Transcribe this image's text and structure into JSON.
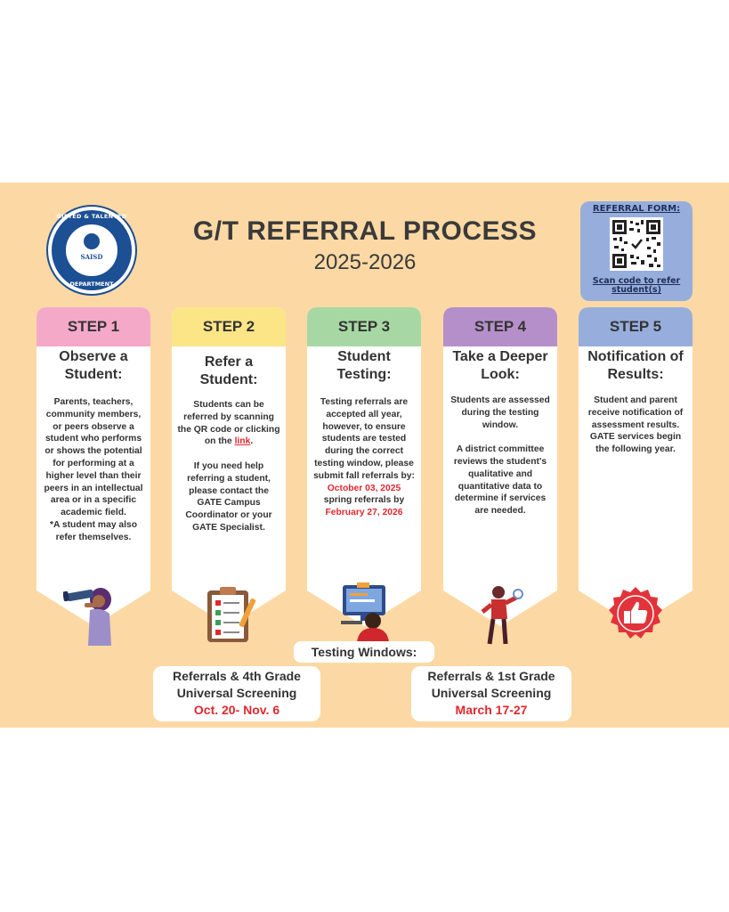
{
  "header": {
    "title": "G/T REFERRAL PROCESS",
    "subtitle": "2025-2026"
  },
  "logo": {
    "top_text": "GIFTED & TALENTED",
    "mid_text": "SAISD",
    "bottom_text": "DEPARTMENT"
  },
  "referral_form": {
    "title": "REFERRAL FORM:",
    "caption": "Scan code to refer student(s)"
  },
  "colors": {
    "background": "#fcd9a4",
    "step1": "#f5a9c9",
    "step2": "#fbe587",
    "step3": "#a7d8a4",
    "step4": "#b58fc9",
    "step5": "#97aedc",
    "accent_red": "#e0282d"
  },
  "steps": [
    {
      "label": "STEP 1",
      "title": "Observe a Student:",
      "body": "Parents, teachers, community members, or peers observe a student who performs or shows the potential for performing at a higher level than their peers in an intellectual area or in a specific academic field.",
      "note": "*A student may also refer themselves.",
      "icon": "telescope-person-icon"
    },
    {
      "label": "STEP 2",
      "title": "Refer a Student:",
      "body_before_link": "Students can be referred by scanning the QR code or clicking on the ",
      "link_text": "link",
      "body_after_link": ".",
      "body2": "If you need help referring a student, please contact the GATE Campus Coordinator or your GATE Specialist.",
      "icon": "clipboard-checklist-icon"
    },
    {
      "label": "STEP 3",
      "title": "Student Testing:",
      "body": "Testing referrals are accepted all year, however, to ensure students are tested during the correct testing window, please submit fall referrals by:",
      "fall_date": "October 03, 2025",
      "spring_text": "spring referrals by",
      "spring_date": "February 27, 2026",
      "icon": "computer-student-icon"
    },
    {
      "label": "STEP 4",
      "title": "Take a Deeper Look:",
      "body": "Students are assessed during the testing window.",
      "body2": "A district committee reviews the student's qualitative and quantitative data to determine if services are needed.",
      "icon": "magnifying-person-icon"
    },
    {
      "label": "STEP 5",
      "title": "Notification of Results:",
      "body": "Student and parent receive notification of assessment results. GATE services begin the following year.",
      "icon": "thumbs-up-badge-icon"
    }
  ],
  "testing_windows": {
    "title": "Testing Windows:",
    "windows": [
      {
        "line1": "Referrals & 4th Grade",
        "line2": "Universal Screening",
        "date": "Oct. 20- Nov. 6"
      },
      {
        "line1": "Referrals & 1st Grade",
        "line2": "Universal Screening",
        "date": "March 17-27"
      }
    ]
  }
}
